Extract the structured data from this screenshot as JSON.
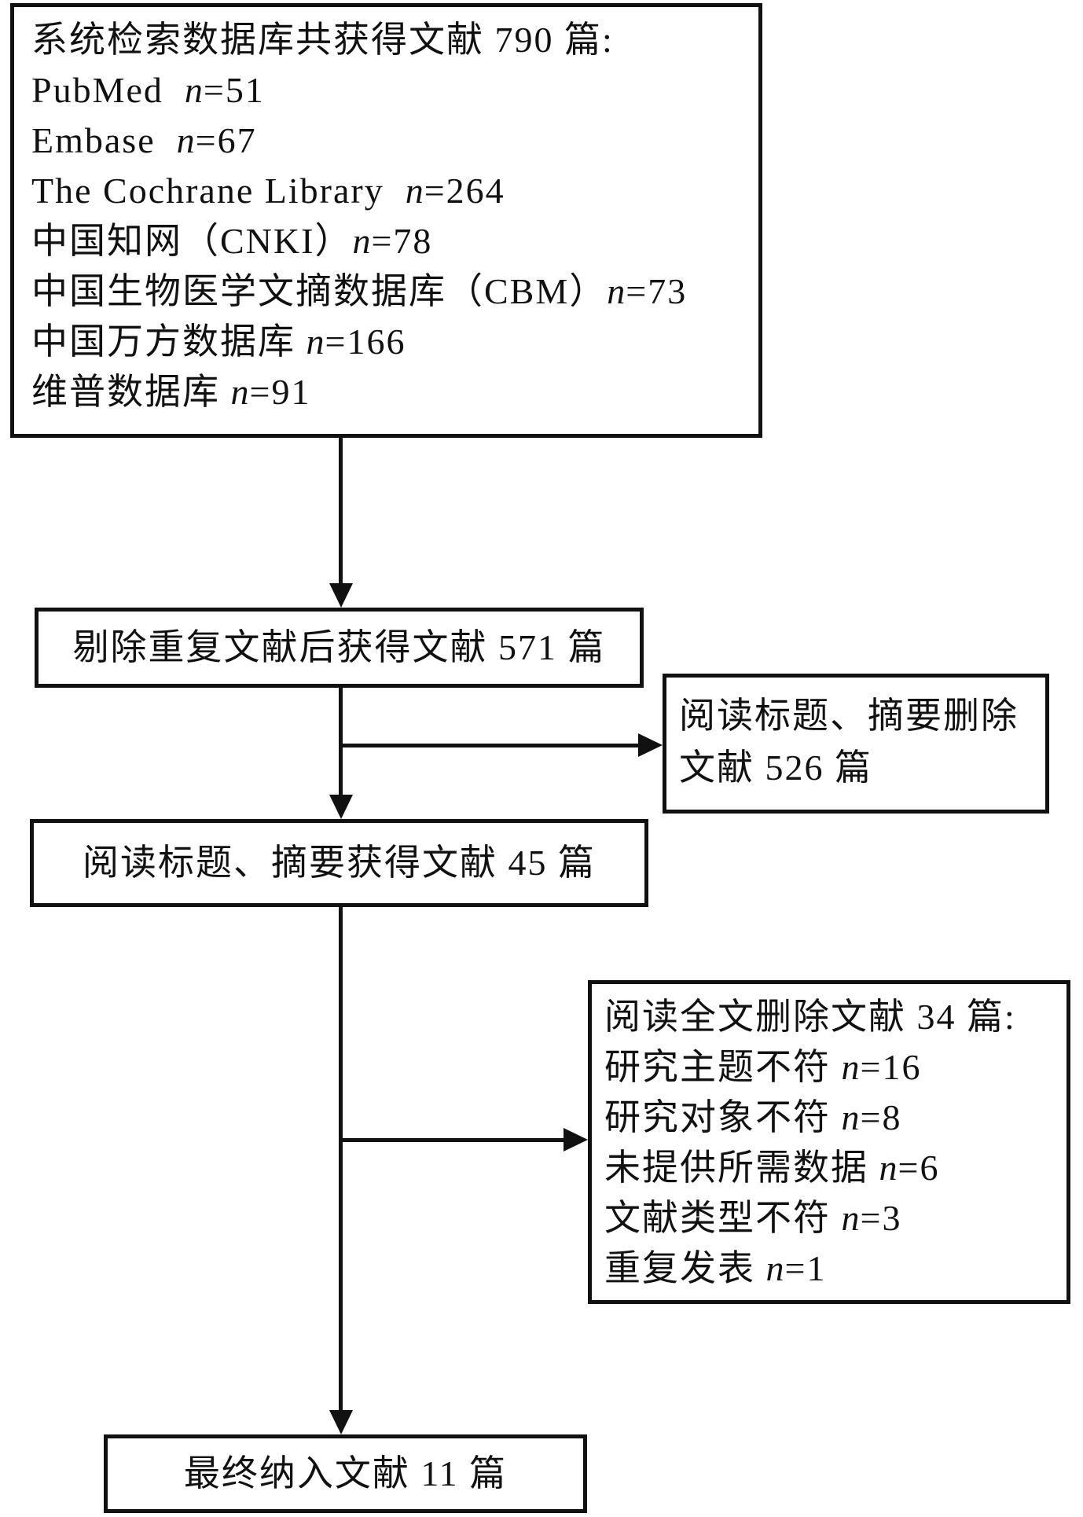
{
  "figure": {
    "kind": "literature-screening-flowchart",
    "language": "zh-CN"
  },
  "colors": {
    "ink": "#111111",
    "background": "#ffffff"
  },
  "boxes": {
    "database_search": {
      "lines": [
        [
          "系统检索数据库共获得文献 790 篇:"
        ],
        [
          "PubMed  ",
          {
            "t": "n",
            "italic": true
          },
          "=51"
        ],
        [
          "Embase  ",
          {
            "t": "n",
            "italic": true
          },
          "=67"
        ],
        [
          "The Cochrane Library  ",
          {
            "t": "n",
            "italic": true
          },
          "=264"
        ],
        [
          "中国知网（CNKI）",
          {
            "t": "n",
            "italic": true
          },
          "=78"
        ],
        [
          "中国生物医学文摘数据库（CBM）",
          {
            "t": "n",
            "italic": true
          },
          "=73"
        ],
        [
          "中国万方数据库 ",
          {
            "t": "n",
            "italic": true
          },
          "=166"
        ],
        [
          "维普数据库 ",
          {
            "t": "n",
            "italic": true
          },
          "=91"
        ]
      ]
    },
    "deduplicated": {
      "lines": [
        [
          "剔除重复文献后获得文献 571 篇"
        ]
      ]
    },
    "title_abstract_excluded": {
      "lines": [
        [
          "阅读标题、摘要删除"
        ],
        [
          "文献 526 篇"
        ]
      ]
    },
    "title_abstract_included": {
      "lines": [
        [
          "阅读标题、摘要获得文献 45 篇"
        ]
      ]
    },
    "fulltext_excluded": {
      "lines": [
        [
          "阅读全文删除文献 34 篇:"
        ],
        [
          "研究主题不符 ",
          {
            "t": "n",
            "italic": true
          },
          "=16"
        ],
        [
          "研究对象不符 ",
          {
            "t": "n",
            "italic": true
          },
          "=8"
        ],
        [
          "未提供所需数据 ",
          {
            "t": "n",
            "italic": true
          },
          "=6"
        ],
        [
          "文献类型不符 ",
          {
            "t": "n",
            "italic": true
          },
          "=3"
        ],
        [
          "重复发表 ",
          {
            "t": "n",
            "italic": true
          },
          "=1"
        ]
      ]
    },
    "final_included": {
      "lines": [
        [
          "最终纳入文献 11 篇"
        ]
      ]
    }
  }
}
